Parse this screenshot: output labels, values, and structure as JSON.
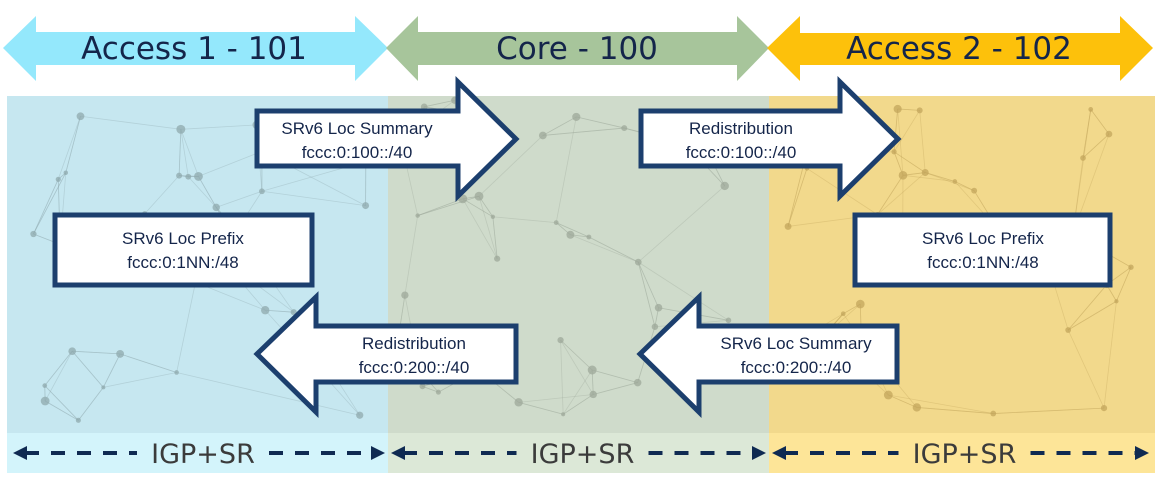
{
  "domains": [
    {
      "id": "access1",
      "label": "Access 1 - 101",
      "arrow_color": "#94e8fc",
      "panel_color": "#c6e7f0",
      "strip_color": "#d3f4fb",
      "node_color": "#8fa9ae"
    },
    {
      "id": "core",
      "label": "Core - 100",
      "arrow_color": "#a7c59b",
      "panel_color": "#cfdbcb",
      "strip_color": "#dce8d7",
      "node_color": "#9ea89a"
    },
    {
      "id": "access2",
      "label": "Access 2 - 102",
      "arrow_color": "#fdc10b",
      "panel_color": "#f2d98c",
      "strip_color": "#fde598",
      "node_color": "#c3a65c"
    }
  ],
  "annotations": {
    "summary_right": {
      "line1": "SRv6 Loc Summary",
      "line2": "fccc:0:100::/40",
      "direction": "right"
    },
    "redistribution_right": {
      "line1": "Redistribution",
      "line2": "fccc:0:100::/40",
      "direction": "right"
    },
    "prefix_left": {
      "line1": "SRv6 Loc Prefix",
      "line2": "fccc:0:1NN:/48"
    },
    "prefix_right": {
      "line1": "SRv6 Loc Prefix",
      "line2": "fccc:0:1NN:/48"
    },
    "redistribution_left": {
      "line1": "Redistribution",
      "line2": "fccc:0:200::/40",
      "direction": "left"
    },
    "summary_left": {
      "line1": "SRv6 Loc Summary",
      "line2": "fccc:0:200::/40",
      "direction": "left"
    }
  },
  "igp_label": "IGP+SR",
  "colors": {
    "outline": "#1c3f6e",
    "text": "#14254a",
    "dash": "#0f2a52"
  }
}
